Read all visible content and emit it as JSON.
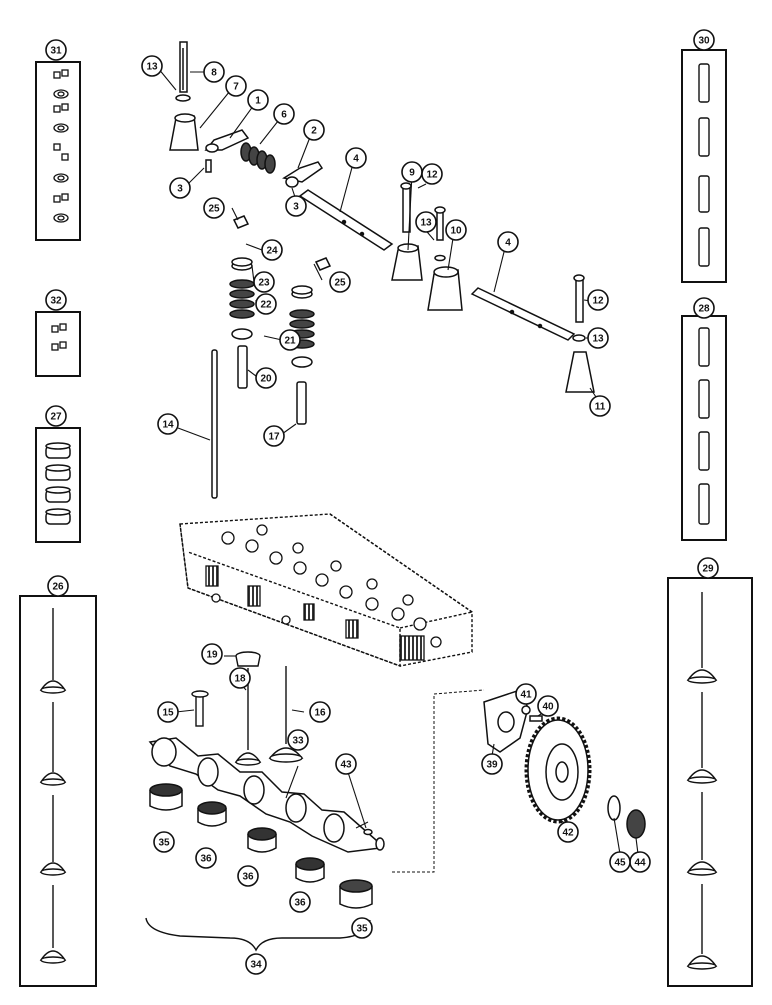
{
  "diagram": {
    "callouts": [
      "1",
      "2",
      "3",
      "4",
      "6",
      "7",
      "8",
      "9",
      "10",
      "11",
      "12",
      "13",
      "14",
      "15",
      "16",
      "17",
      "18",
      "19",
      "20",
      "21",
      "22",
      "23",
      "24",
      "25",
      "26",
      "27",
      "28",
      "29",
      "30",
      "31",
      "32",
      "33",
      "34",
      "35",
      "36",
      "39",
      "40",
      "41",
      "42",
      "43",
      "44",
      "45"
    ],
    "kits": {
      "box_31": "31",
      "box_32": "32",
      "box_27": "27",
      "box_26": "26",
      "box_30": "30",
      "box_28": "28",
      "box_29": "29"
    }
  },
  "colors": {
    "line": "#111111",
    "background": "#ffffff",
    "shade": "#555555"
  }
}
